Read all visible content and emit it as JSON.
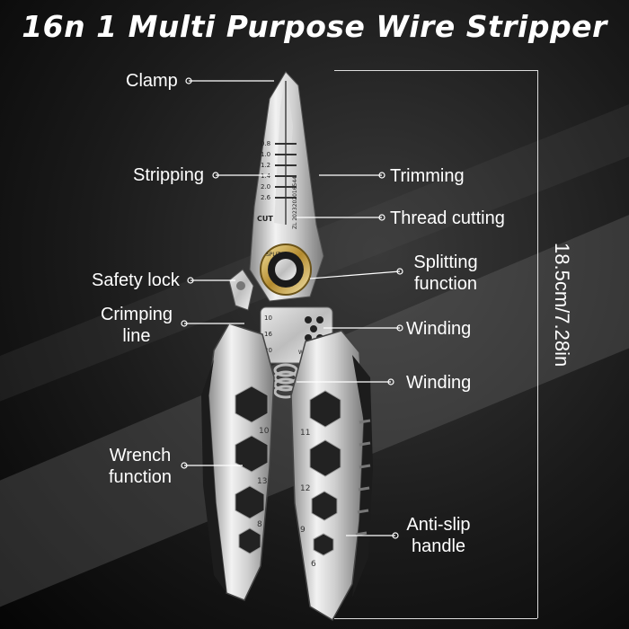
{
  "title": "16n 1 Multi Purpose Wire Stripper",
  "labels": {
    "clamp": "Clamp",
    "stripping": "Stripping",
    "trimming": "Trimming",
    "thread_cutting": "Thread cutting",
    "safety_lock": "Safety lock",
    "splitting_1": "Splitting",
    "splitting_2": "function",
    "crimping_1": "Crimping",
    "crimping_2": "line",
    "winding_1": "Winding",
    "winding_2": "Winding",
    "wrench_1": "Wrench",
    "wrench_2": "function",
    "antislip_1": "Anti-slip",
    "antislip_2": "handle"
  },
  "dimension": "18.5cm/7.28in",
  "tool_markings": {
    "gauges": [
      "0.8",
      "1.0",
      "1.2",
      "1.4",
      "2.0",
      "2.6"
    ],
    "cut": "CUT",
    "split": "SPLIT",
    "crimp_sizes": [
      "10",
      "16",
      "20"
    ],
    "winding": "WINDING",
    "serial": "ZL 2023202016544",
    "hex_left": [
      "10",
      "13",
      "8"
    ],
    "hex_right": [
      "11",
      "12",
      "9",
      "6"
    ]
  }
}
